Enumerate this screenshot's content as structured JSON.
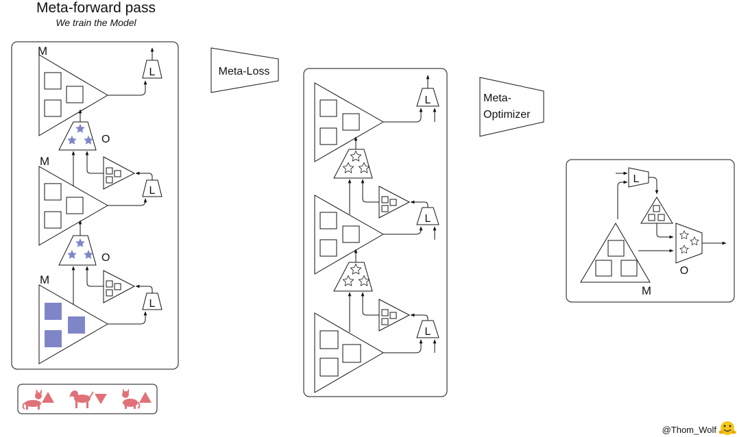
{
  "title": "Meta-forward pass",
  "subtitle": "We train the Model",
  "labels": {
    "model": "M",
    "optimizer": "O",
    "loss": "L",
    "meta_loss": "Meta-Loss",
    "meta_optimizer_line1": "Meta-",
    "meta_optimizer_line2": "Optimizer"
  },
  "credit": "@Thom_Wolf",
  "colors": {
    "stroke": "#111111",
    "fill_param": "#7f86c8",
    "fill_task": "#e07178",
    "emoji": "#f5c518"
  },
  "icons": [
    "cat-icon",
    "dog-icon",
    "up-triangle-icon",
    "down-triangle-icon",
    "star-icon",
    "hugging-face-icon"
  ]
}
